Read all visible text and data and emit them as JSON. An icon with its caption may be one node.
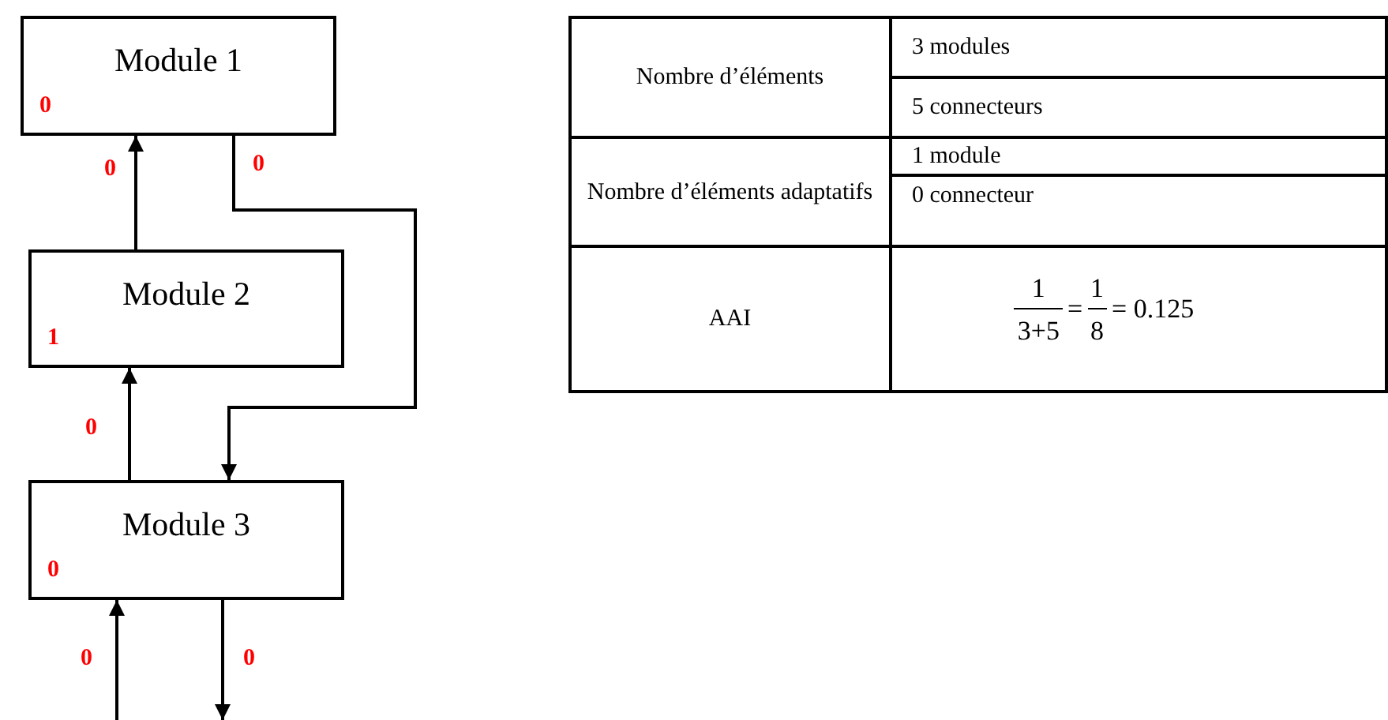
{
  "diagram": {
    "nodes": [
      {
        "text": [
          "Module 1",
          "0"
        ]
      },
      {
        "text": [
          "Module 2",
          "1"
        ]
      },
      {
        "text": [
          "Module 3",
          "0"
        ]
      }
    ],
    "edges": [
      {
        "from": 1,
        "to": 0,
        "arrow": "to",
        "label": "0"
      },
      {
        "from": 0,
        "to": 2,
        "arrow": "to",
        "label": "0"
      },
      {
        "from": 2,
        "to": 1,
        "arrow": "to",
        "label": "0"
      },
      {
        "from": null,
        "to": 2,
        "arrow": "to",
        "label": "0"
      },
      {
        "from": 2,
        "to": null,
        "arrow": "to",
        "label": "0"
      }
    ],
    "labels": [
      "Nombre d’éléments",
      "3 modules",
      "5 connecteurs",
      "Nombre d’éléments adaptatifs",
      "1 module",
      "0 connecteur",
      "AAI",
      "1",
      "3+5",
      "=",
      "1",
      "8",
      "= 0.125"
    ]
  }
}
